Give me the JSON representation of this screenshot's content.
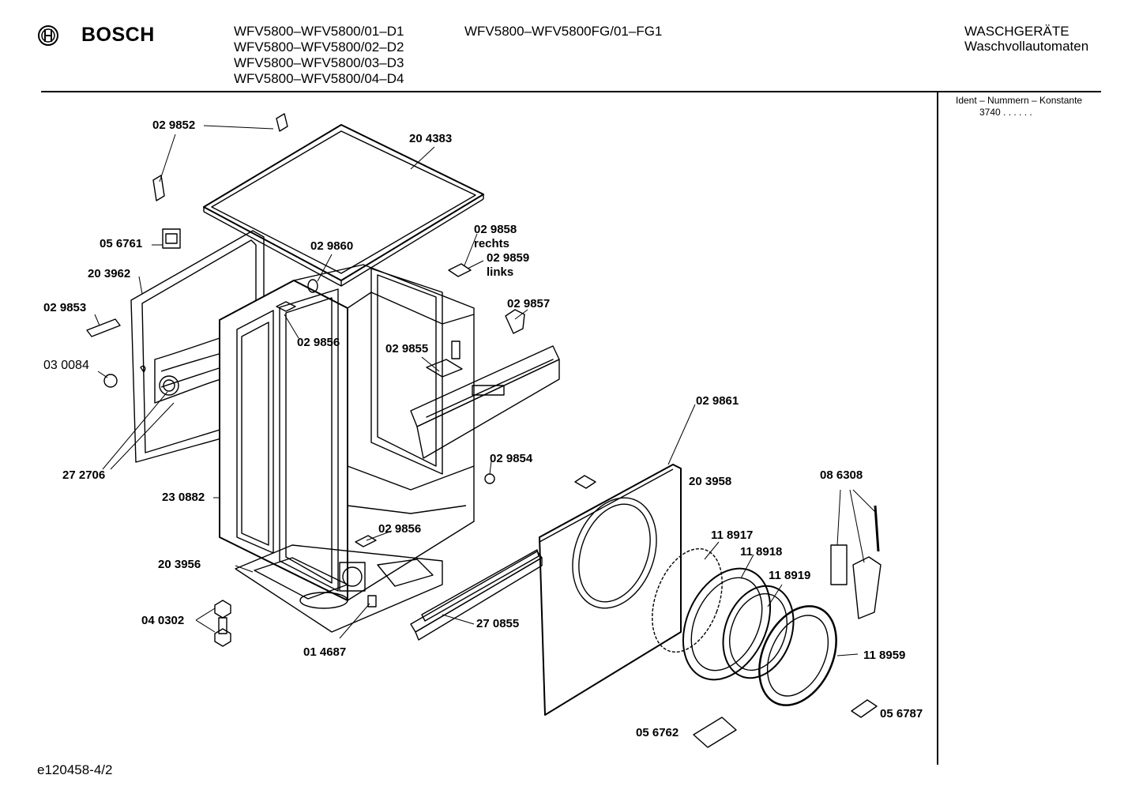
{
  "header": {
    "brand": "BOSCH",
    "models_col1": [
      "WFV5800–WFV5800/01–D1",
      "WFV5800–WFV5800/02–D2",
      "WFV5800–WFV5800/03–D3",
      "WFV5800–WFV5800/04–D4"
    ],
    "models_col2": [
      "WFV5800–WFV5800FG/01–FG1"
    ],
    "category": "WASCHGERÄTE",
    "subcategory": "Waschvollautomaten"
  },
  "side_panel": {
    "ident_label": "Ident – Nummern – Konstante",
    "ident_value": "3740  .   .   .   .  .  ."
  },
  "parts": [
    {
      "id": "p-029852",
      "label": "02 9852"
    },
    {
      "id": "p-204383",
      "label": "20 4383"
    },
    {
      "id": "p-056761",
      "label": "05 6761"
    },
    {
      "id": "p-029860",
      "label": "02 9860"
    },
    {
      "id": "p-029858",
      "label": "02 9858"
    },
    {
      "id": "p-rechts",
      "label": "rechts"
    },
    {
      "id": "p-029859",
      "label": "02 9859"
    },
    {
      "id": "p-links",
      "label": "links"
    },
    {
      "id": "p-203962",
      "label": "20 3962"
    },
    {
      "id": "p-029853",
      "label": "02 9853"
    },
    {
      "id": "p-029857",
      "label": "02 9857"
    },
    {
      "id": "p-029856a",
      "label": "02 9856"
    },
    {
      "id": "p-029855",
      "label": "02 9855"
    },
    {
      "id": "p-030084",
      "label": "03 0084"
    },
    {
      "id": "p-029861",
      "label": "02 9861"
    },
    {
      "id": "p-272706",
      "label": "27 2706"
    },
    {
      "id": "p-029854",
      "label": "02 9854"
    },
    {
      "id": "p-203958",
      "label": "20 3958"
    },
    {
      "id": "p-086308",
      "label": "08 6308"
    },
    {
      "id": "p-230882",
      "label": "23 0882"
    },
    {
      "id": "p-029856b",
      "label": "02 9856"
    },
    {
      "id": "p-118917",
      "label": "11 8917"
    },
    {
      "id": "p-118918",
      "label": "11 8918"
    },
    {
      "id": "p-203956",
      "label": "20 3956"
    },
    {
      "id": "p-118919",
      "label": "11 8919"
    },
    {
      "id": "p-040302",
      "label": "04 0302"
    },
    {
      "id": "p-270855",
      "label": "27 0855"
    },
    {
      "id": "p-118959",
      "label": "11 8959"
    },
    {
      "id": "p-014687",
      "label": "01 4687"
    },
    {
      "id": "p-056787",
      "label": "05 6787"
    },
    {
      "id": "p-056762",
      "label": "05 6762"
    }
  ],
  "footer": {
    "code": "e120458-4/2"
  }
}
